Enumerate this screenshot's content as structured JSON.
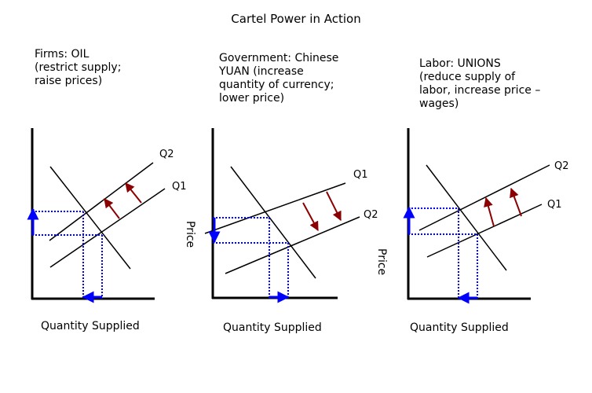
{
  "title": "Cartel Power in Action",
  "panels": [
    {
      "caption_lines": [
        "Firms: OIL",
        "(restrict supply;",
        "raise prices)"
      ],
      "xlabel": "Quantity Supplied",
      "ylabel": "",
      "upper_supply_label": "Q2",
      "lower_supply_label": "Q1",
      "shift_direction": "up",
      "price_change": "increase",
      "quantity_change": "decrease"
    },
    {
      "caption_lines": [
        "Government: Chinese",
        "YUAN (increase",
        "quantity of currency;",
        "lower price)"
      ],
      "xlabel": "Quantity Supplied",
      "ylabel": "Price",
      "upper_supply_label": "Q1",
      "lower_supply_label": "Q2",
      "shift_direction": "down",
      "price_change": "decrease",
      "quantity_change": "increase"
    },
    {
      "caption_lines": [
        "Labor: UNIONS",
        "(reduce supply of",
        "labor, increase price –",
        "wages)"
      ],
      "xlabel": "Quantity Supplied",
      "ylabel": "Price",
      "upper_supply_label": "Q2",
      "lower_supply_label": "Q1",
      "shift_direction": "up",
      "price_change": "increase",
      "quantity_change": "decrease"
    }
  ],
  "colors": {
    "curve": "#000000",
    "shift_arrow": "#8b0000",
    "guide": "#0000ff"
  }
}
